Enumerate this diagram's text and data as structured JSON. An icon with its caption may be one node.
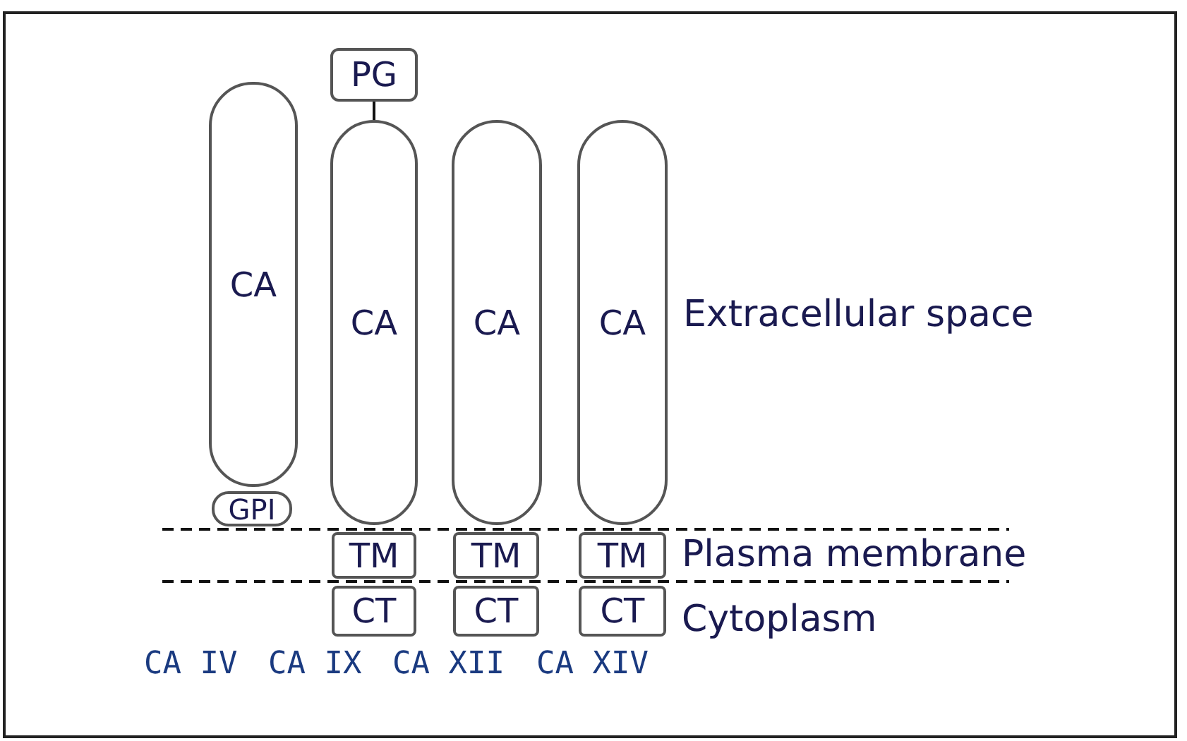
{
  "diagram": {
    "nodes": [
      {
        "text": [
          "PG"
        ]
      },
      {
        "text": [
          "CA"
        ]
      },
      {
        "text": [
          "CA"
        ]
      },
      {
        "text": [
          "CA"
        ]
      },
      {
        "text": [
          "CA"
        ]
      },
      {
        "text": [
          "GPI"
        ]
      },
      {
        "text": [
          "TM"
        ]
      },
      {
        "text": [
          "TM"
        ]
      },
      {
        "text": [
          "TM"
        ]
      },
      {
        "text": [
          "CT"
        ]
      },
      {
        "text": [
          "CT"
        ]
      },
      {
        "text": [
          "CT"
        ]
      }
    ],
    "edges": [
      {
        "from": 0,
        "to": 2,
        "arrow": "none"
      }
    ],
    "labels": [
      "Extracellular space",
      "Plasma membrane",
      "Cytoplasm",
      "CA IV",
      "CA IX",
      "CA XII",
      "CA XIV"
    ]
  }
}
